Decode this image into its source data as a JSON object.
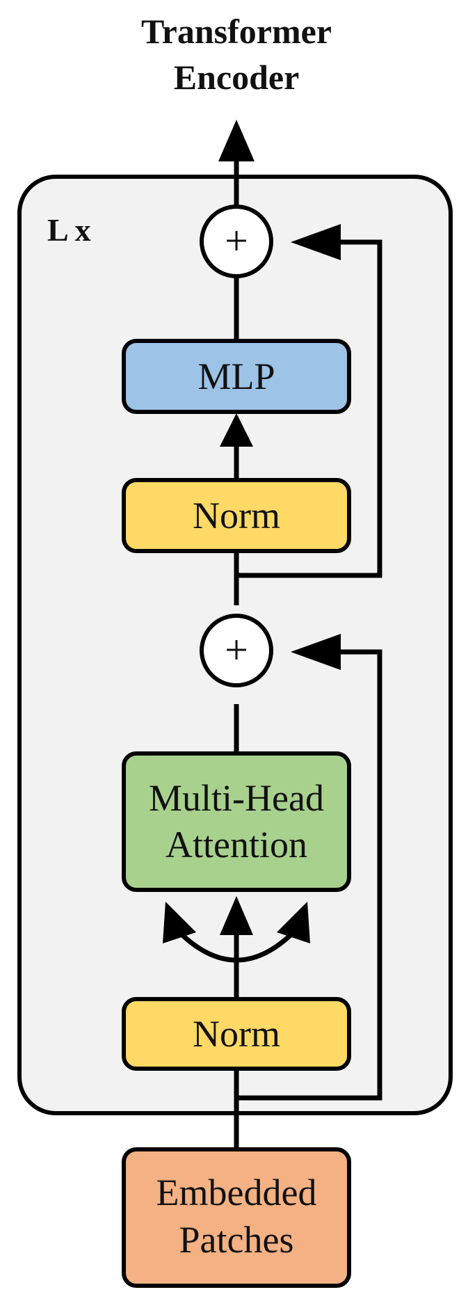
{
  "title": {
    "line1": "Transformer",
    "line2": "Encoder"
  },
  "block": {
    "repeat_label": "L x"
  },
  "nodes": {
    "add_top": {
      "symbol": "+"
    },
    "mlp": {
      "label": "MLP",
      "color": "#9DC3E6"
    },
    "norm_top": {
      "label": "Norm",
      "color": "#FFD966"
    },
    "add_bottom": {
      "symbol": "+"
    },
    "attention": {
      "line1": "Multi-Head",
      "line2": "Attention",
      "color": "#A9D18E"
    },
    "norm_bottom": {
      "label": "Norm",
      "color": "#FFD966"
    },
    "input": {
      "line1": "Embedded",
      "line2": "Patches",
      "color": "#F4B183"
    }
  },
  "colors": {
    "block_background": "#F2F2F2",
    "stroke": "#000000"
  }
}
